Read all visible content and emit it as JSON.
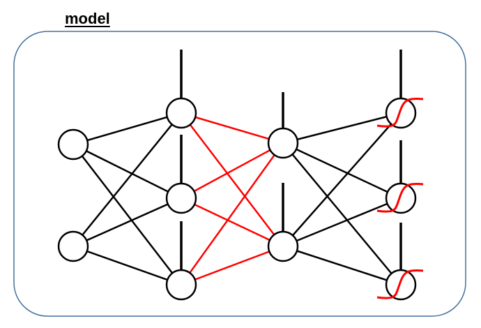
{
  "frame": {
    "title": "model",
    "border_color": "#41719c"
  },
  "network": {
    "layers": [
      {
        "name": "input",
        "nodes": 2,
        "bias": false,
        "activation": "none"
      },
      {
        "name": "hidden-1",
        "nodes": 3,
        "bias": true,
        "activation": "none"
      },
      {
        "name": "hidden-2",
        "nodes": 2,
        "bias": true,
        "activation": "none"
      },
      {
        "name": "output",
        "nodes": 3,
        "bias": true,
        "activation": "sigmoid-icon"
      }
    ],
    "connections": [
      {
        "from": "input",
        "to": "hidden-1",
        "color": "#000000"
      },
      {
        "from": "hidden-1",
        "to": "hidden-2",
        "color": "#ff0000"
      },
      {
        "from": "hidden-2",
        "to": "output",
        "color": "#000000"
      }
    ],
    "node_color": "#ffffff",
    "stroke_color": "#000000",
    "highlight_color": "#ff0000"
  }
}
